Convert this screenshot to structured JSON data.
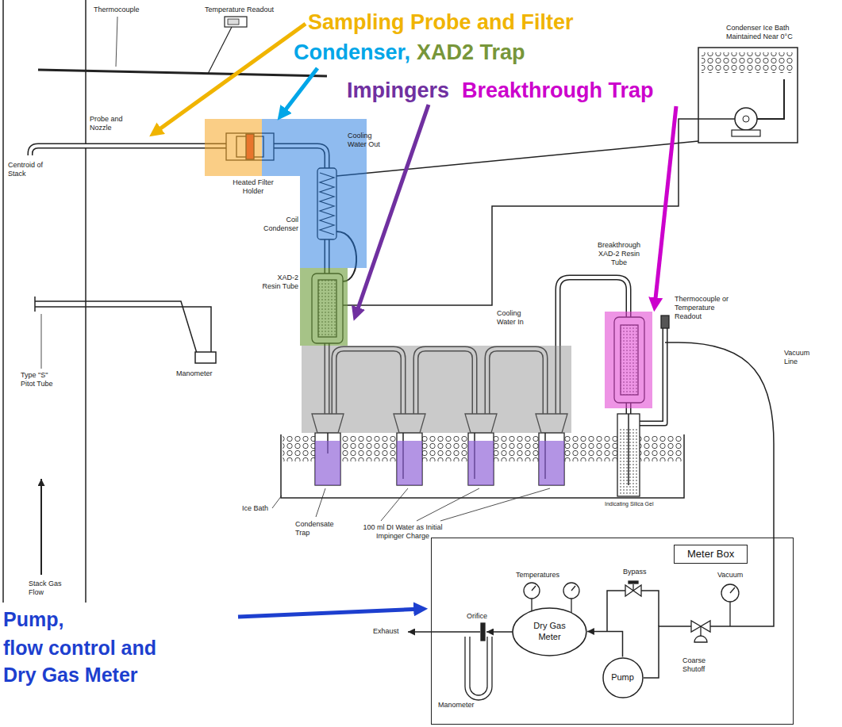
{
  "diagram": {
    "nodes": [
      {
        "text": [
          "Meter Box"
        ]
      },
      {
        "text": [
          "Dry Gas Meter"
        ],
        "in": 0
      },
      {
        "text": [
          "Pump"
        ],
        "in": 0
      }
    ],
    "edges": [
      {
        "from": 2,
        "to": 1,
        "arrow": "to"
      }
    ],
    "labels": [
      "Sampling Probe and Filter",
      "Condenser,",
      "XAD2 Trap",
      "Impingers",
      "Breakthrough Trap",
      "Pump,",
      "flow control and Dry Gas Meter",
      "Thermocouple",
      "Temperature Readout",
      "Probe and Nozzle",
      "Centroid of Stack",
      "Heated Filter Holder",
      "Cooling Water Out",
      "Coil Condenser",
      "XAD-2 Resin Tube",
      "Type \"S\" Pitot Tube",
      "Manometer",
      "Cooling Water In",
      "Breakthrough XAD-2 Resin Tube",
      "Condenser Ice Bath Maintained Near 0°C",
      "Thermocouple or Temperature Readout",
      "Vacuum Line",
      "Ice Bath",
      "Condensate Trap",
      "100 ml DI Water as Initial Impinger Charge",
      "Indicating Silica Gel",
      "Stack Gas Flow",
      "Temperatures",
      "Bypass",
      "Vacuum",
      "Orifice",
      "Exhaust",
      "Manometer",
      "Coarse Shutoff"
    ]
  }
}
